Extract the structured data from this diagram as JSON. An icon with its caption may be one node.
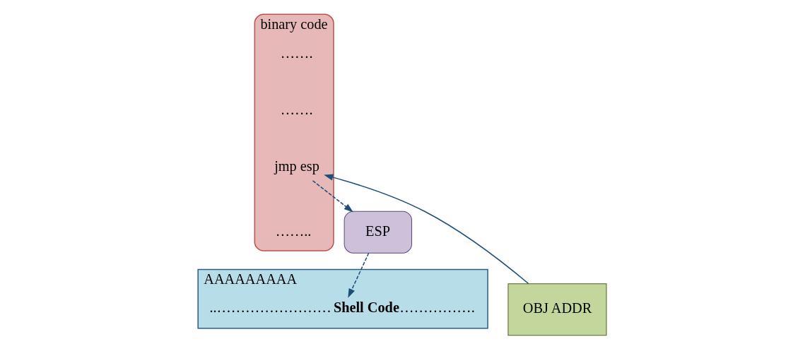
{
  "diagram": {
    "nodes": [
      {
        "text": [
          "binary code"
        ]
      },
      {
        "text": [
          "……."
        ],
        "in": 0
      },
      {
        "text": [
          "……."
        ],
        "in": 0
      },
      {
        "text": [
          "jmp esp"
        ],
        "in": 0
      },
      {
        "text": [
          "…….."
        ],
        "in": 0
      },
      {
        "text": [
          "ESP"
        ]
      },
      {
        "text": [
          "AAAAAAAAA"
        ]
      },
      {
        "text": [
          "OBJ ADDR"
        ]
      },
      {
        "text": [
          "..……………………**Shell Code**……………."
        ],
        "in": 6
      }
    ],
    "edges": [
      {
        "from": 7,
        "to": 3,
        "arrow": "to"
      },
      {
        "from": 3,
        "to": 5,
        "arrow": "to",
        "style": "dashed"
      },
      {
        "from": 5,
        "to": 8,
        "arrow": "to",
        "style": "dashed"
      }
    ]
  }
}
